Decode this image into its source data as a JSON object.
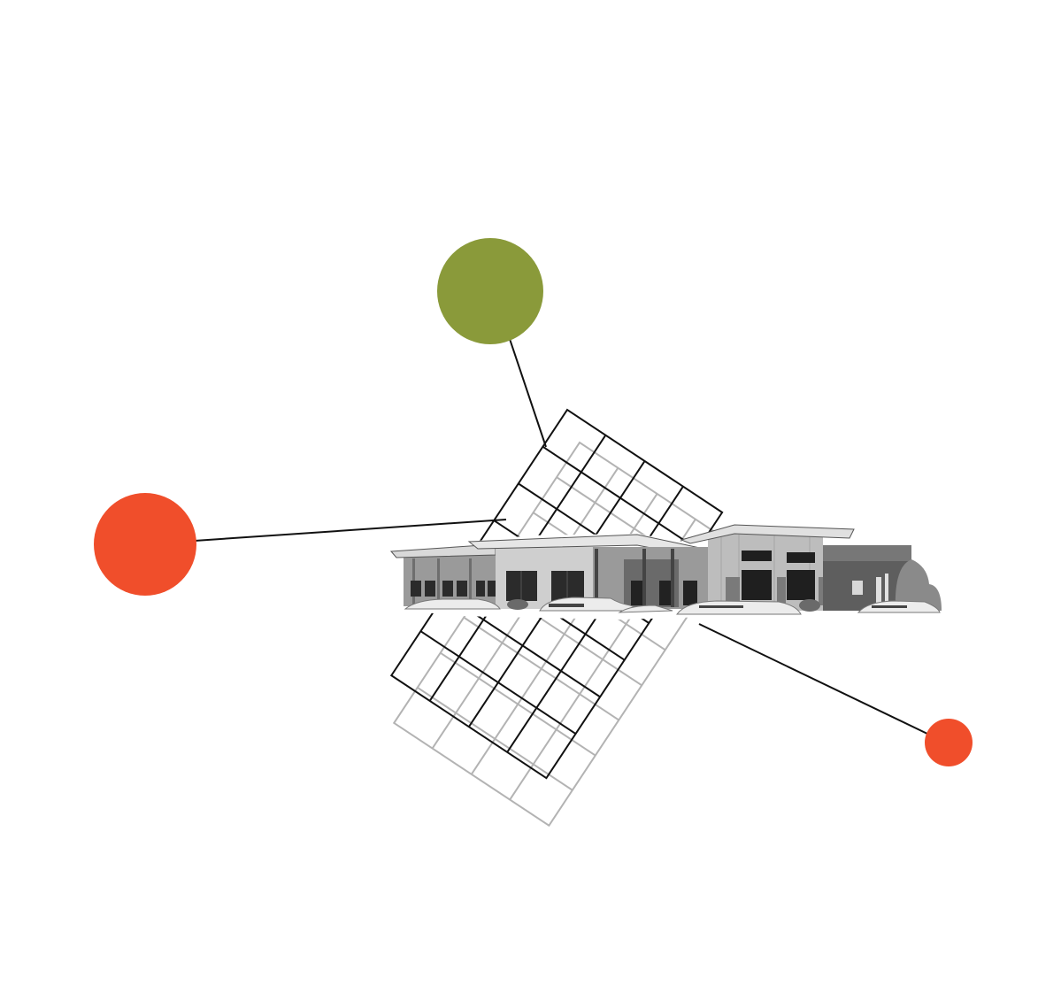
{
  "colors": {
    "background": "#ffffff",
    "accent_green": "#8a9a3a",
    "accent_orange": "#f04e2b",
    "line": "#111111",
    "grid_gray": "#b3b3b3",
    "building_dark": "#3a3a3a",
    "building_mid": "#8c8c8c",
    "building_light": "#d9d9d9"
  },
  "nodes": [
    {
      "name": "green-node",
      "color": "#8a9a3a"
    },
    {
      "name": "large-orange-node",
      "color": "#f04e2b"
    },
    {
      "name": "small-orange-node",
      "color": "#f04e2b"
    }
  ],
  "illustration": {
    "subject": "building-photo-cutout",
    "overlay": "tilted-grid"
  }
}
